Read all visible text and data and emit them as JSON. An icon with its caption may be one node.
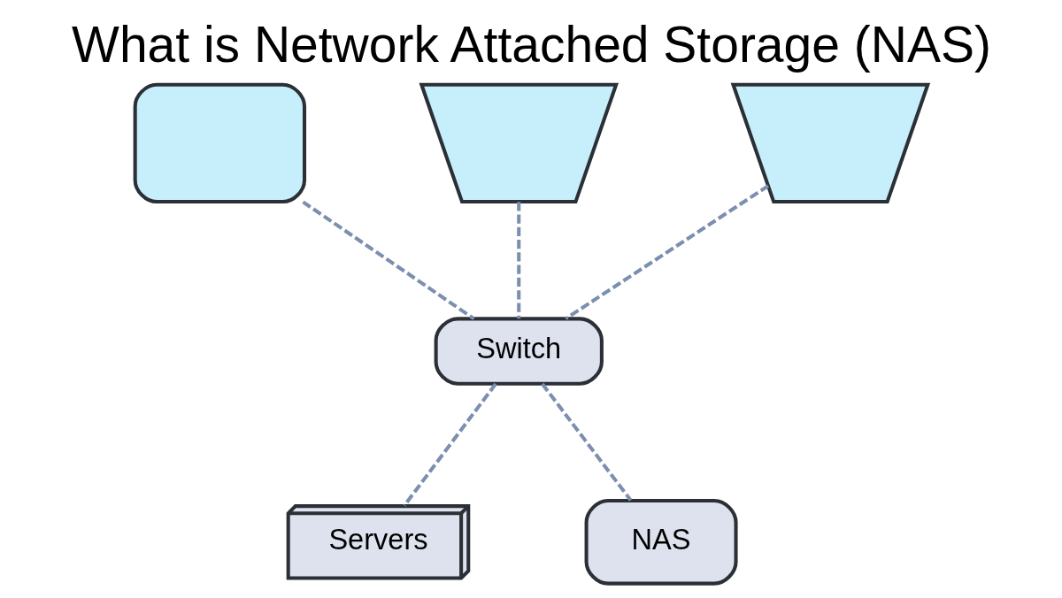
{
  "diagram": {
    "title": "What is Network Attached Storage (NAS)",
    "nodes": [
      {
        "text": [],
        "shape": "monitor"
      },
      {
        "text": [],
        "shape": "laptop"
      },
      {
        "text": [],
        "shape": "laptop"
      },
      {
        "text": [
          "Switch"
        ]
      },
      {
        "text": [
          "Servers"
        ]
      },
      {
        "text": [
          "NAS"
        ]
      }
    ],
    "edges": [
      {
        "from": 0,
        "to": 3,
        "arrow": "none",
        "style": "dashed"
      },
      {
        "from": 1,
        "to": 3,
        "arrow": "none",
        "style": "dashed"
      },
      {
        "from": 2,
        "to": 3,
        "arrow": "none",
        "style": "dashed"
      },
      {
        "from": 3,
        "to": 4,
        "arrow": "none",
        "style": "dashed"
      },
      {
        "from": 3,
        "to": 5,
        "arrow": "none",
        "style": "dashed"
      }
    ]
  }
}
